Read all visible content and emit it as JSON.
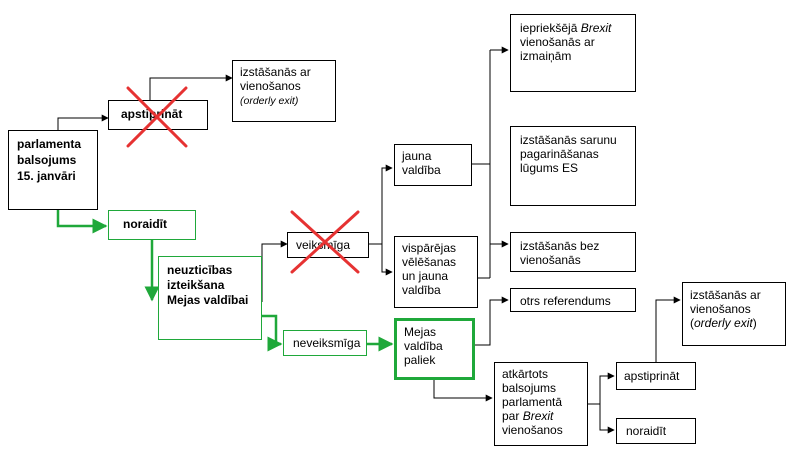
{
  "nodes": {
    "vote": "parlamenta balsojums 15. janvāri",
    "approve": "apstiprināt",
    "orderly_exit_1_main": "izstāšanās ar vienošanos",
    "orderly_exit_1_note": "(orderly exit)",
    "reject": "noraidīt",
    "no_confidence": "neuzticības izteikšana Mejas valdībai",
    "successful": "veiksmīga",
    "unsuccessful": "neveiksmīga",
    "new_gov": "jauna valdība",
    "general_election": "vispārējas vēlēšanas un jauna valdība",
    "may_stays": "Mejas valdība paliek",
    "prev_brexit_pre": "iepriekšējā ",
    "prev_brexit_it": "Brexit",
    "prev_brexit_post": " vienošanās ar izmaiņām",
    "extension": "izstāšanās sarunu pagarināšanas lūgums ES",
    "no_deal": "izstāšanās bez vienošanās",
    "second_ref": "otrs referendums",
    "revote_pre": "atkārtots balsojums parlamentā par ",
    "revote_it": "Brexit",
    "revote_post": " vienošanos",
    "approve_2": "apstiprināt",
    "reject_2": "noraidīt",
    "orderly_exit_2_main": "izstāšanās ar vienošanos",
    "orderly_exit_2_note_open": "(",
    "orderly_exit_2_note_it": "orderly exit",
    "orderly_exit_2_note_close": ")"
  },
  "colors": {
    "line": "#000000",
    "green": "#1fa83a",
    "cross": "#e63232"
  }
}
